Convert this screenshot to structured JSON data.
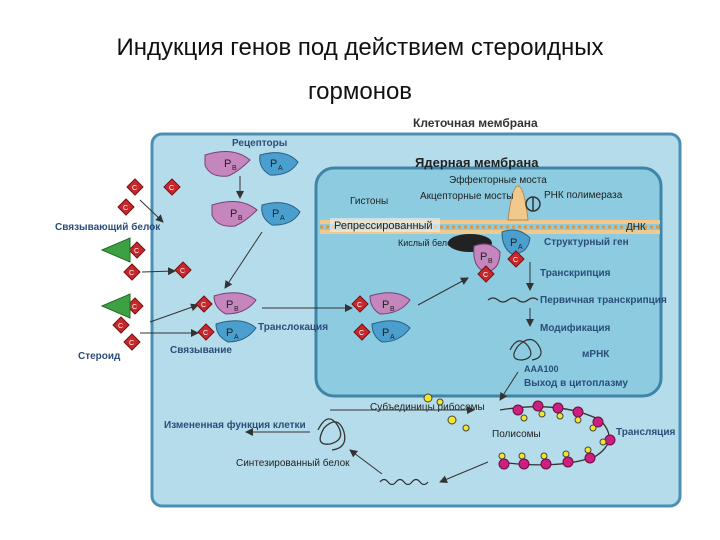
{
  "title": {
    "line1": "Индукция генов под действием стероидных",
    "line2": "гормонов"
  },
  "labels": {
    "cell_membrane": "Клеточная мембрана",
    "nuclear_membrane": "Ядерная мембрана",
    "receptors": "Рецепторы",
    "effector_bridges": "Эффекторные моста",
    "histones": "Гистоны",
    "acceptor_bridges": "Акцепторные мосты",
    "rna_polymerase": "РНК полимераза",
    "repressed": "Репрессированный",
    "dna": "ДНК",
    "acidic_protein": "Кислый белок",
    "structural_gene": "Структурный ген",
    "transcription": "Транскрипция",
    "primary_transcript": "Первичная транскрипция",
    "modification": "Модификация",
    "mrna": "мРНК",
    "poly_a": "AAA100",
    "export": "Выход в цитоплазму",
    "ribosome_subunits": "Субъединицы рибосомы",
    "polysomes": "Полисомы",
    "translation": "Трансляция",
    "synthesized_protein": "Синтезированный белок",
    "altered_function": "Измененная функция клетки",
    "binding_protein": "Связывающий белок",
    "steroid": "Стероид",
    "binding": "Связывание",
    "translocation": "Транслокация"
  },
  "symbols": {
    "steroid": "С",
    "pb": "P",
    "pb_sub": "B",
    "pa": "P",
    "pa_sub": "A"
  },
  "colors": {
    "cell_fill": "#b5dcea",
    "cell_stroke": "#4b8fb3",
    "nucleus_fill": "#8ccbe0",
    "receptor_b": "#c486bd",
    "receptor_a": "#4b9fcf",
    "steroid": "#c8282c",
    "binding_protein": "#3da043",
    "ribosome_large": "#cc1f7f",
    "ribosome_small": "#f2e62a",
    "dna_rail": "#f2c98c"
  }
}
